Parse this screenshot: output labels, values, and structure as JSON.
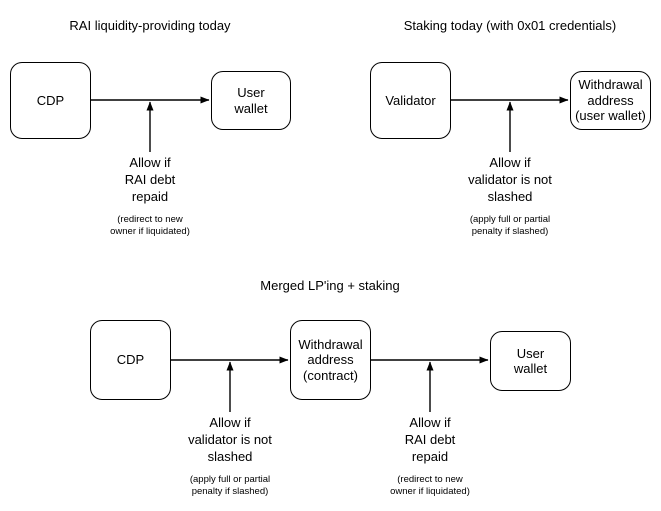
{
  "diagram": {
    "title_top_left": "RAI liquidity-providing today",
    "title_top_right": "Staking today (with 0x01 credentials)",
    "title_bottom": "Merged LP'ing + staking",
    "colors": {
      "stroke": "#000000",
      "background": "#ffffff",
      "text": "#000000"
    },
    "panels": [
      {
        "id": "rai-lp-today",
        "title": "RAI liquidity-providing today",
        "nodes": [
          {
            "id": "cdp",
            "label": "CDP"
          },
          {
            "id": "user-wallet",
            "label": "User\nwallet"
          }
        ],
        "edges": [
          {
            "from": "cdp",
            "to": "user-wallet",
            "kind": "horizontal-arrow"
          },
          {
            "from": "condition-note",
            "to": "edge-midpoint",
            "kind": "vertical-arrow"
          }
        ],
        "notes": [
          {
            "id": "rai-debt-condition",
            "main": "Allow if\nRAI debt\nrepaid",
            "sub": "(redirect to new\nowner if liquidated)"
          }
        ]
      },
      {
        "id": "staking-today",
        "title": "Staking today (with 0x01 credentials)",
        "nodes": [
          {
            "id": "validator",
            "label": "Validator"
          },
          {
            "id": "withdrawal-address-user-wallet",
            "label": "Withdrawal\naddress\n(user wallet)"
          }
        ],
        "edges": [
          {
            "from": "validator",
            "to": "withdrawal-address-user-wallet",
            "kind": "horizontal-arrow"
          },
          {
            "from": "condition-note",
            "to": "edge-midpoint",
            "kind": "vertical-arrow"
          }
        ],
        "notes": [
          {
            "id": "slashing-condition",
            "main": "Allow if\nvalidator is not\nslashed",
            "sub": "(apply full or partial\npenalty if slashed)"
          }
        ]
      },
      {
        "id": "merged-lp-staking",
        "title": "Merged LP'ing + staking",
        "nodes": [
          {
            "id": "cdp",
            "label": "CDP"
          },
          {
            "id": "withdrawal-address-contract",
            "label": "Withdrawal\naddress\n(contract)"
          },
          {
            "id": "user-wallet",
            "label": "User\nwallet"
          }
        ],
        "edges": [
          {
            "from": "cdp",
            "to": "withdrawal-address-contract",
            "kind": "horizontal-arrow"
          },
          {
            "from": "withdrawal-address-contract",
            "to": "user-wallet",
            "kind": "horizontal-arrow"
          },
          {
            "from": "slashing-note",
            "to": "edge-1-midpoint",
            "kind": "vertical-arrow"
          },
          {
            "from": "rai-debt-note",
            "to": "edge-2-midpoint",
            "kind": "vertical-arrow"
          }
        ],
        "notes": [
          {
            "id": "slashing-condition",
            "main": "Allow if\nvalidator is not\nslashed",
            "sub": "(apply full or partial\npenalty if slashed)"
          },
          {
            "id": "rai-debt-condition",
            "main": "Allow if\nRAI debt\nrepaid",
            "sub": "(redirect to new\nowner if liquidated)"
          }
        ]
      }
    ]
  }
}
